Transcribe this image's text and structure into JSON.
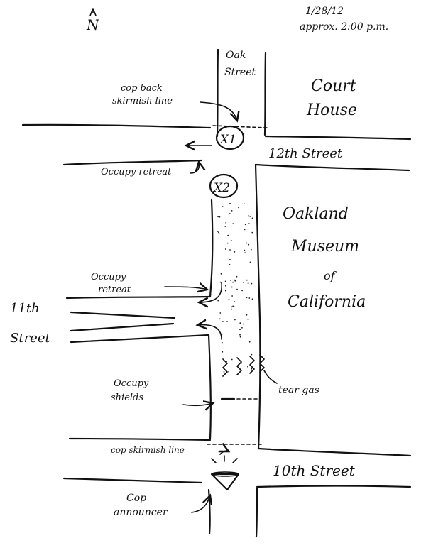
{
  "header": {
    "north": "N",
    "date": "1/28/12",
    "time": "approx. 2:00 p.m."
  },
  "streets": {
    "oak_line1": "Oak",
    "oak_line2": "Street",
    "twelfth": "12th Street",
    "eleventh_line1": "11th",
    "eleventh_line2": "Street",
    "tenth": "10th Street"
  },
  "buildings": {
    "court_line1": "Court",
    "court_line2": "House",
    "museum_line1": "Oakland",
    "museum_line2": "Museum",
    "museum_line3": "of",
    "museum_line4": "California"
  },
  "annotations": {
    "cop_back_line1": "cop back",
    "cop_back_line2": "skirmish line",
    "occupy_retreat_top": "Occupy retreat",
    "occupy_retreat_mid_line1": "Occupy",
    "occupy_retreat_mid_line2": "retreat",
    "occupy_shields_line1": "Occupy",
    "occupy_shields_line2": "shields",
    "tear_gas": "tear gas",
    "cop_skirmish_line": "cop skirmish line",
    "cop_announcer_line1": "Cop",
    "cop_announcer_line2": "announcer"
  },
  "markers": {
    "x1": "X1",
    "x2": "X2"
  }
}
